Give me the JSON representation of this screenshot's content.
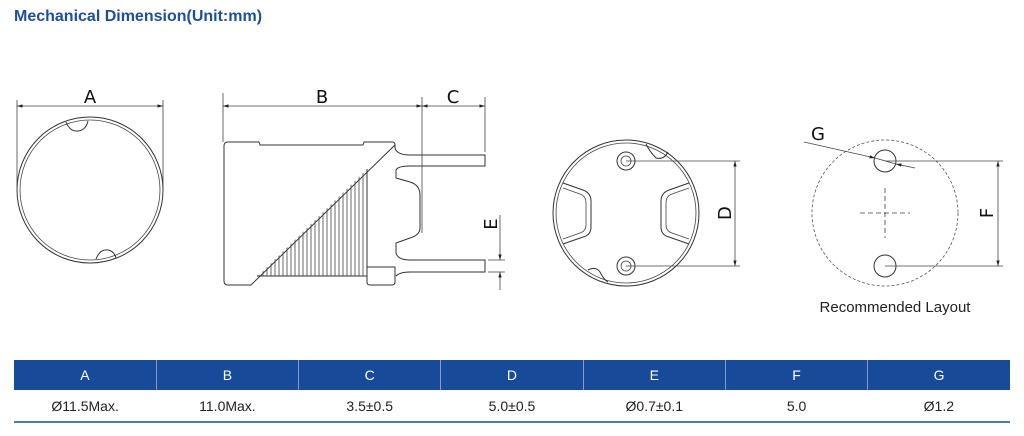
{
  "title": "Mechanical Dimension(Unit:mm)",
  "labels": {
    "A": "A",
    "B": "B",
    "C": "C",
    "D": "D",
    "E": "E",
    "F": "F",
    "G": "G"
  },
  "layout_caption": "Recommended Layout",
  "table": {
    "headers": [
      "A",
      "B",
      "C",
      "D",
      "E",
      "F",
      "G"
    ],
    "values": [
      "Ø11.5Max.",
      "11.0Max.",
      "3.5±0.5",
      "5.0±0.5",
      "Ø0.7±0.1",
      "5.0",
      "Ø1.2"
    ]
  },
  "colors": {
    "title": "#1f4e9c",
    "header_bg": "#174a98"
  }
}
